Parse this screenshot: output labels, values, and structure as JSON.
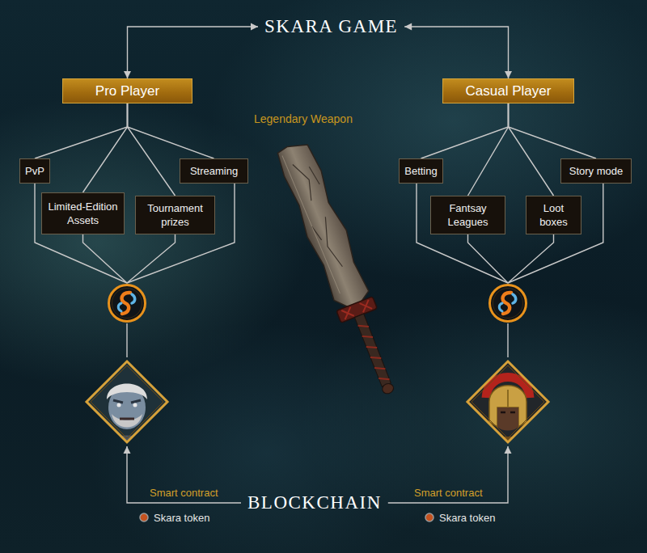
{
  "diagram": {
    "nodes": [
      {
        "text": [
          "SKARA GAME"
        ]
      },
      {
        "text": [
          "Pro Player"
        ]
      },
      {
        "text": [
          "Casual Player"
        ]
      },
      {
        "text": [
          "PvP"
        ]
      },
      {
        "text": [
          "Streaming"
        ]
      },
      {
        "text": [
          "Limited-Edition Assets"
        ]
      },
      {
        "text": [
          "Tournament prizes"
        ]
      },
      {
        "text": [
          "Betting"
        ]
      },
      {
        "text": [
          "Story mode"
        ]
      },
      {
        "text": [
          "Fantsay Leagues"
        ]
      },
      {
        "text": [
          "Loot boxes"
        ]
      },
      {
        "text": []
      },
      {
        "text": []
      },
      {
        "text": []
      },
      {
        "text": []
      },
      {
        "text": [
          "BLOCKCHAIN"
        ]
      }
    ],
    "edges": [
      {
        "from": 0,
        "to": 1,
        "arrow": "both"
      },
      {
        "from": 0,
        "to": 2,
        "arrow": "both"
      },
      {
        "from": 1,
        "to": 3,
        "arrow": "none"
      },
      {
        "from": 1,
        "to": 4,
        "arrow": "none"
      },
      {
        "from": 1,
        "to": 5,
        "arrow": "none"
      },
      {
        "from": 1,
        "to": 6,
        "arrow": "none"
      },
      {
        "from": 2,
        "to": 7,
        "arrow": "none"
      },
      {
        "from": 2,
        "to": 8,
        "arrow": "none"
      },
      {
        "from": 2,
        "to": 9,
        "arrow": "none"
      },
      {
        "from": 2,
        "to": 10,
        "arrow": "none"
      },
      {
        "from": 3,
        "to": 11,
        "arrow": "none"
      },
      {
        "from": 4,
        "to": 11,
        "arrow": "none"
      },
      {
        "from": 5,
        "to": 11,
        "arrow": "none"
      },
      {
        "from": 6,
        "to": 11,
        "arrow": "none"
      },
      {
        "from": 7,
        "to": 12,
        "arrow": "none"
      },
      {
        "from": 8,
        "to": 12,
        "arrow": "none"
      },
      {
        "from": 9,
        "to": 12,
        "arrow": "none"
      },
      {
        "from": 10,
        "to": 12,
        "arrow": "none"
      },
      {
        "from": 11,
        "to": 13,
        "arrow": "none"
      },
      {
        "from": 12,
        "to": 14,
        "arrow": "none"
      },
      {
        "from": 15,
        "to": 13,
        "label": "Smart contract",
        "arrow": "to"
      },
      {
        "from": 15,
        "to": 14,
        "label": "Smart contract",
        "arrow": "to"
      }
    ],
    "labels": [
      "Legendary Weapon",
      "Skara token",
      "Skara token"
    ]
  }
}
